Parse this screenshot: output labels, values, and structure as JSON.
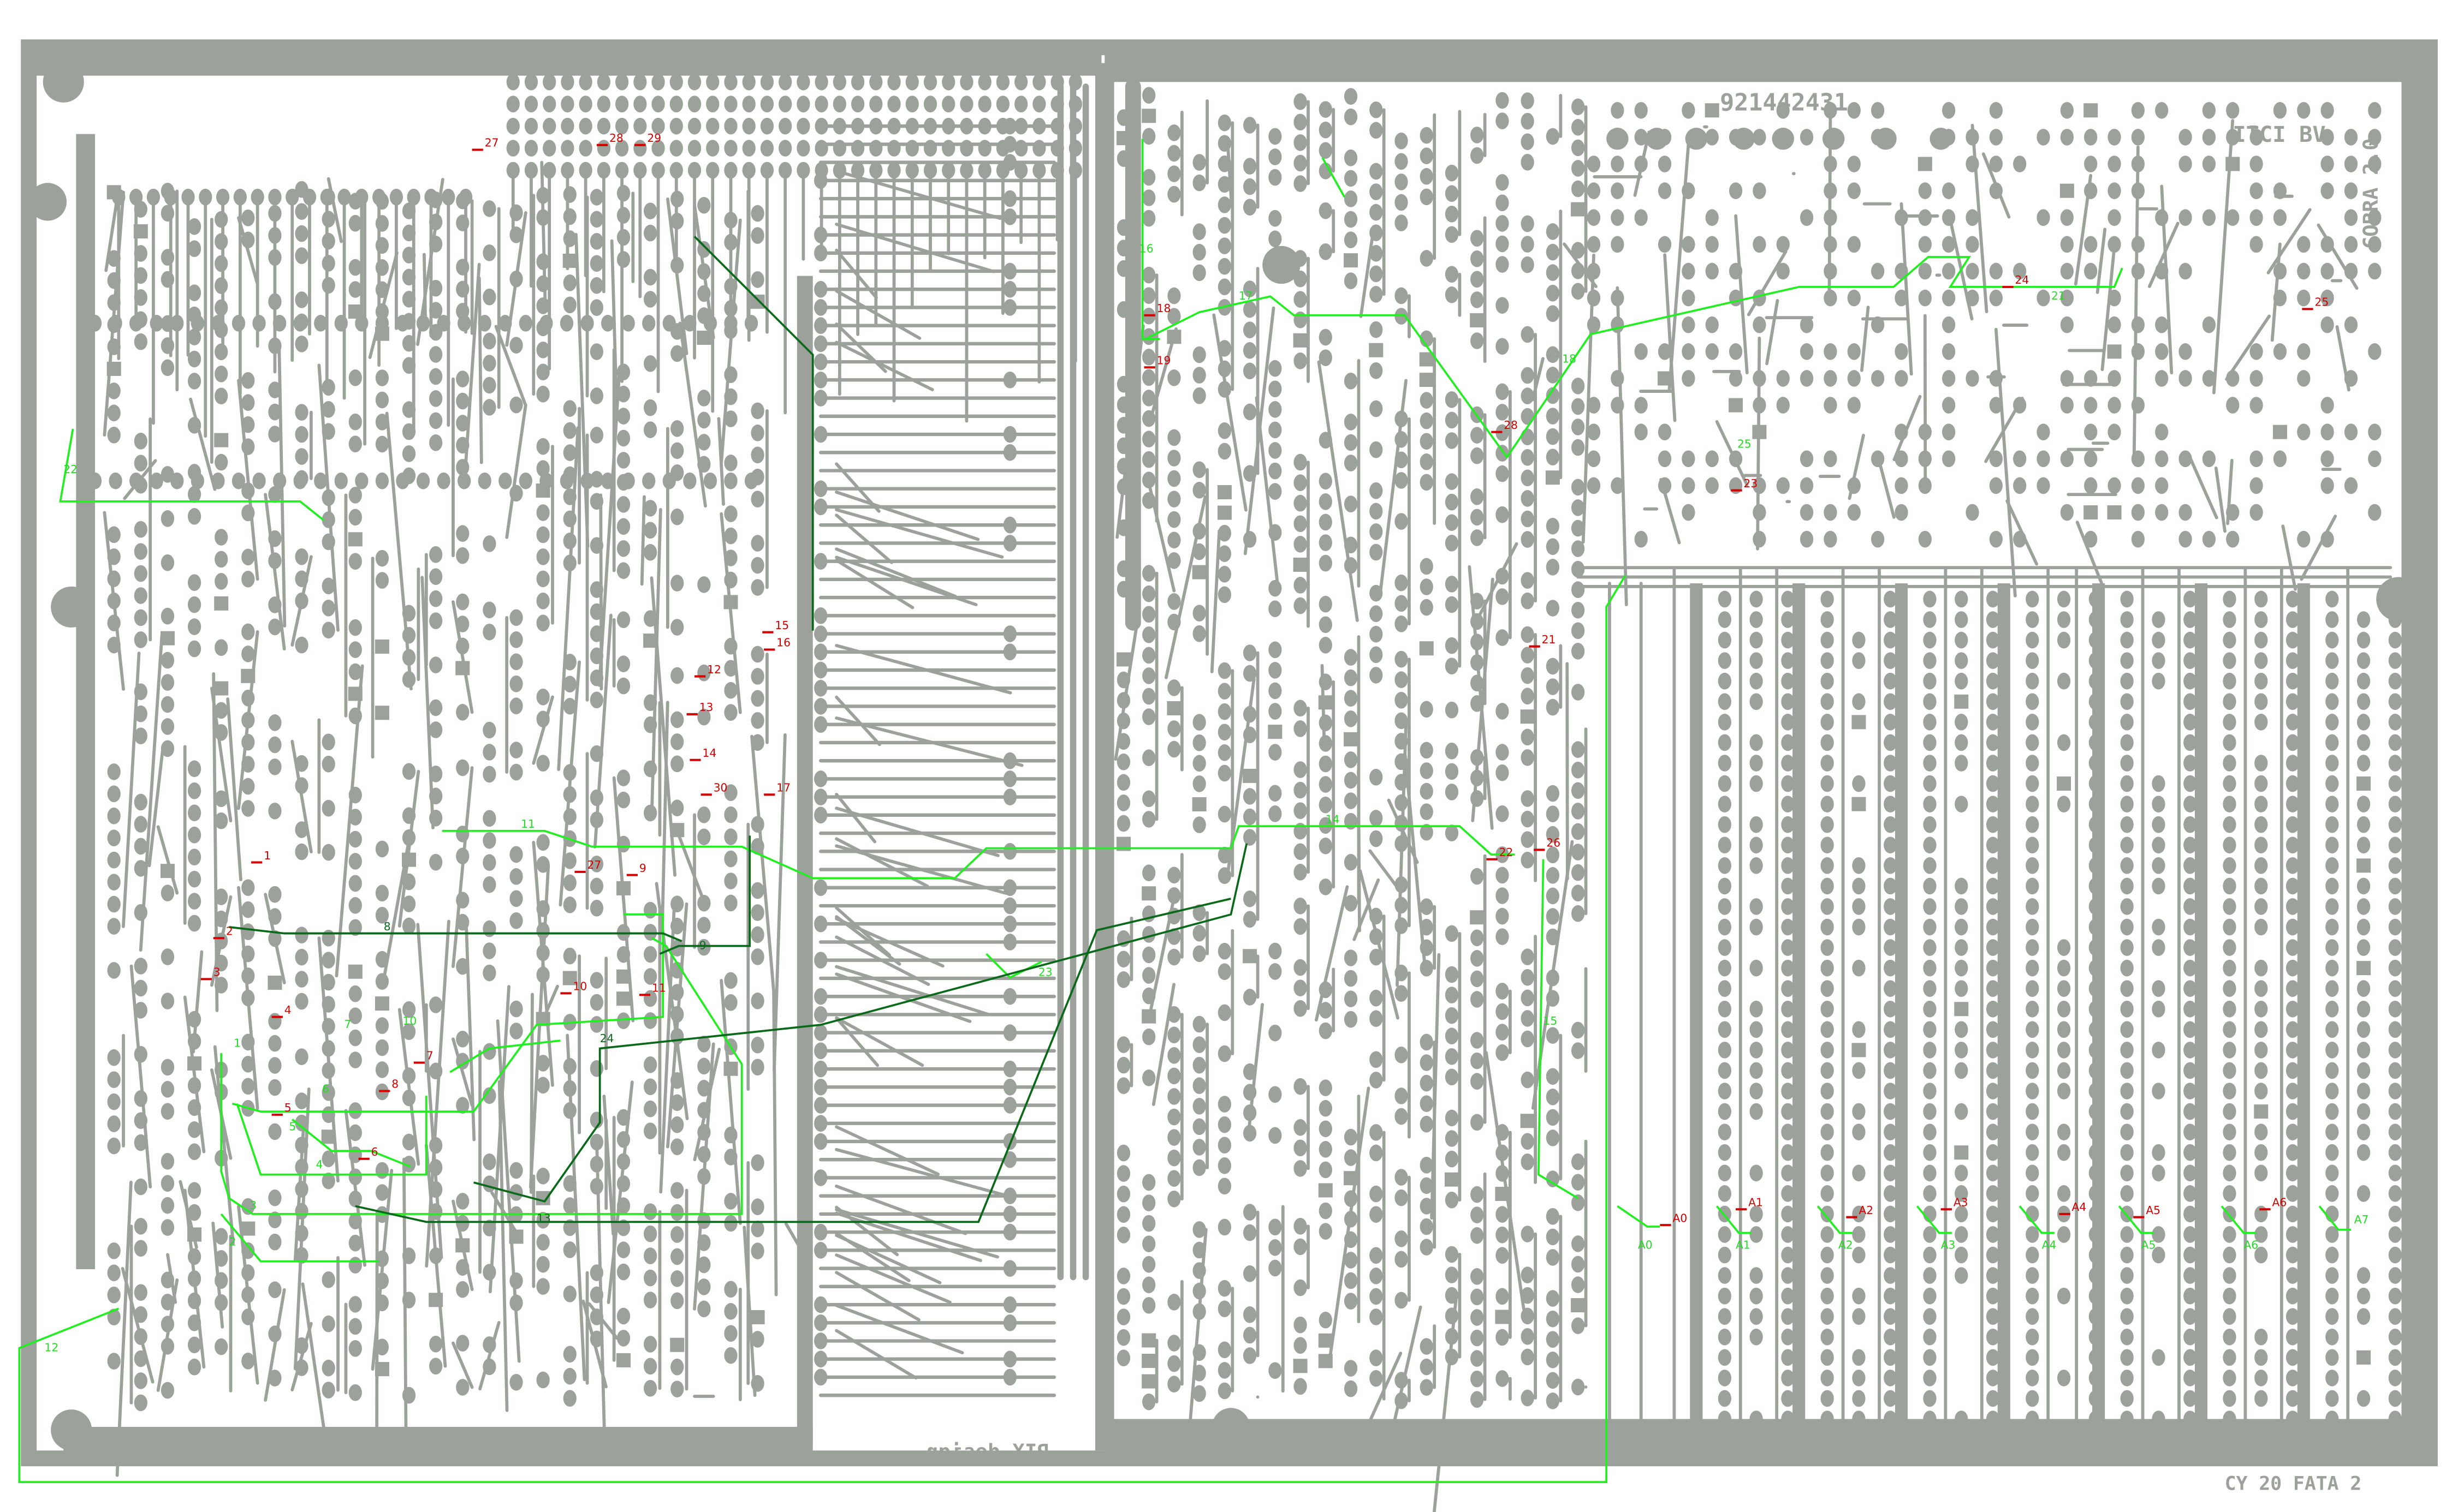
{
  "board": {
    "part_number": "921442431",
    "company": "ITCI BV",
    "board_name": "COBRA 2.0",
    "designer": "PIX design",
    "footer_code": "CY 20 FATA 2"
  },
  "colors": {
    "copper": "#9ca19c",
    "cut_mark": "#d40000",
    "wire": "#22ee22",
    "wire_dark": "#0a6a1a",
    "background": "#ffffff"
  },
  "cut_labels": [
    "27",
    "28",
    "29",
    "15",
    "16",
    "12",
    "13",
    "14",
    "30",
    "17",
    "1",
    "2",
    "3",
    "4",
    "5",
    "6",
    "7",
    "8",
    "9",
    "10",
    "11",
    "27",
    "18",
    "19",
    "28",
    "21",
    "22",
    "26",
    "23",
    "24",
    "25",
    "A0",
    "A1",
    "A2",
    "A3",
    "A4",
    "A5",
    "A6"
  ],
  "wire_labels": [
    "22",
    "11",
    "14",
    "17",
    "18",
    "16",
    "15",
    "12",
    "23",
    "25",
    "21",
    "1",
    "2",
    "3",
    "4",
    "5",
    "6",
    "7",
    "10",
    "A0",
    "A1",
    "A2",
    "A3",
    "A4",
    "A5",
    "A6",
    "A7"
  ],
  "dark_wire_labels": [
    "8",
    "9",
    "24",
    "13"
  ]
}
